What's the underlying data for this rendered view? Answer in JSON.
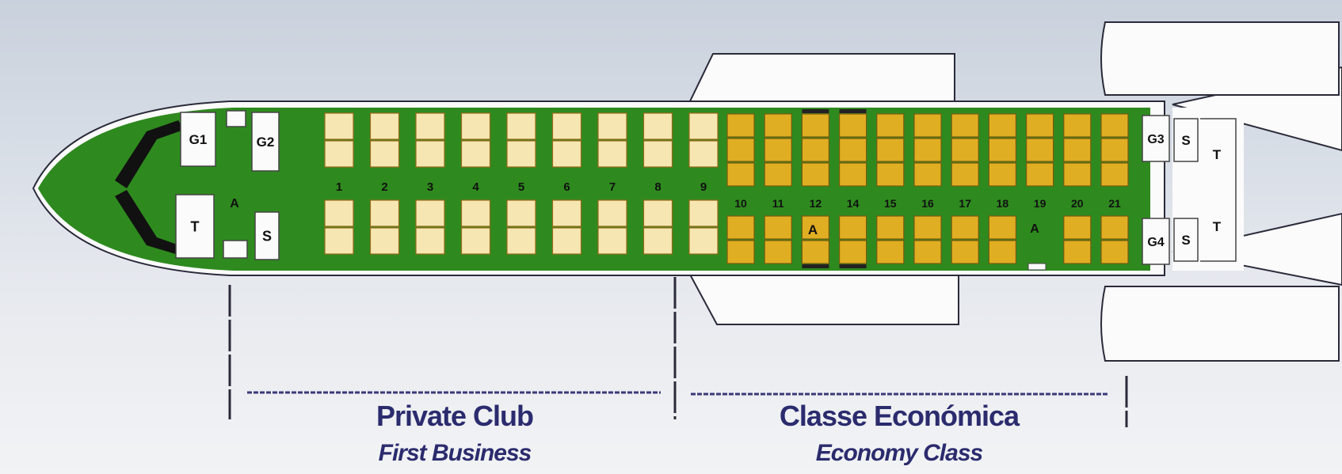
{
  "colors": {
    "cabin": "#2e8a1e",
    "fuselage": "#fbfbfb",
    "outline": "#2a2a3a",
    "first_seat": "#f6e7b2",
    "economy_seat": "#e0ae22",
    "class_text": "#2b2b6e"
  },
  "facilities": {
    "g1": "G1",
    "g2": "G2",
    "g3": "G3",
    "g4": "G4",
    "s_front": "S",
    "s_rear_top": "S",
    "s_rear_bottom": "S",
    "t_front": "T",
    "t_rear_top": "T",
    "t_rear_bottom": "T",
    "exit_front": "A",
    "exit_row12": "A",
    "exit_row19": "A"
  },
  "first_rows": [
    "1",
    "2",
    "3",
    "4",
    "5",
    "6",
    "7",
    "8",
    "9"
  ],
  "economy_rows": [
    "10",
    "11",
    "12",
    "14",
    "15",
    "16",
    "17",
    "18",
    "19",
    "20",
    "21"
  ],
  "classes": {
    "first": {
      "name": "Private Club",
      "subtitle": "First Business"
    },
    "economy": {
      "name": "Classe Económica",
      "subtitle": "Economy Class"
    }
  }
}
